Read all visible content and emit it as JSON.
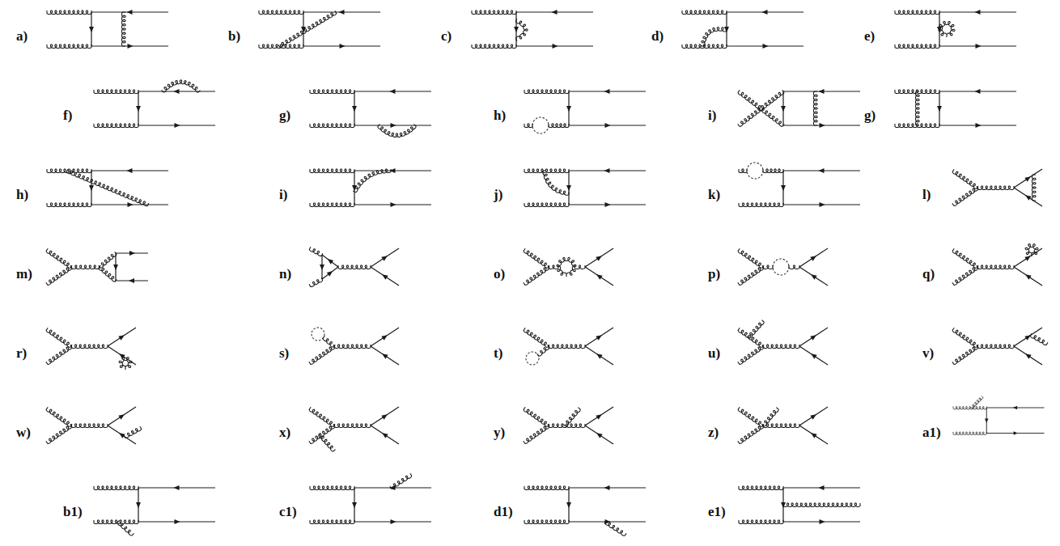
{
  "diagram": {
    "labels": [
      "a)",
      "b)",
      "c)",
      "d)",
      "e)",
      "f)",
      "g)",
      "h)",
      "i)",
      "g)",
      "h)",
      "i)",
      "j)",
      "k)",
      "l)",
      "m)",
      "n)",
      "o)",
      "p)",
      "q)",
      "r)",
      "s)",
      "t)",
      "u)",
      "v)",
      "w)",
      "x)",
      "y)",
      "z)",
      "a1)",
      "b1)",
      "c1)",
      "d1)",
      "e1)"
    ]
  }
}
